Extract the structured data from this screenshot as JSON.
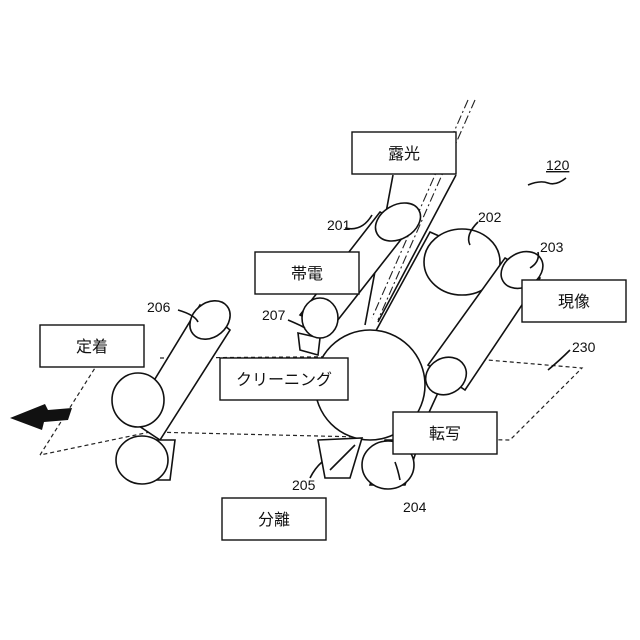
{
  "labels": {
    "exposure": "露光",
    "charging": "帯電",
    "fixing": "定着",
    "cleaning": "クリーニング",
    "transfer": "転写",
    "separation": "分離",
    "development": "現像"
  },
  "refs": {
    "device": "120",
    "charger": "201",
    "drum": "202",
    "developer": "203",
    "transfer_roller": "204",
    "separator": "205",
    "fixing_unit": "206",
    "cleaner": "207",
    "sheet": "230"
  }
}
